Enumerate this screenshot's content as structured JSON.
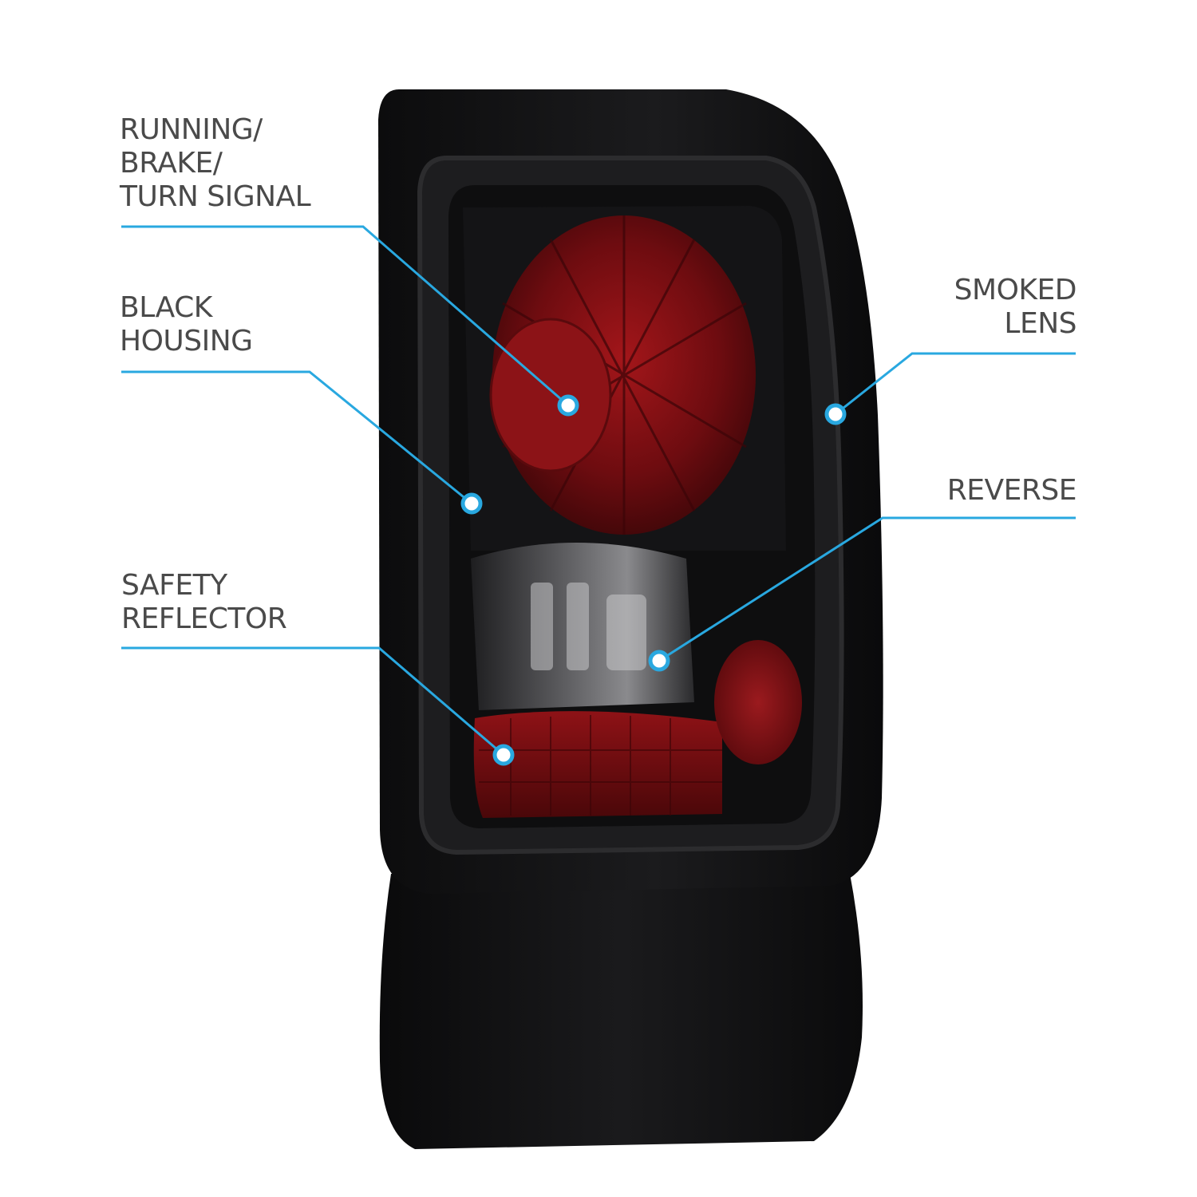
{
  "callouts": {
    "running_brake_turn": {
      "lines": [
        "RUNNING/",
        "BRAKE/",
        "TURN SIGNAL"
      ]
    },
    "black_housing": {
      "lines": [
        "BLACK",
        "HOUSING"
      ]
    },
    "safety_reflector": {
      "lines": [
        "SAFETY",
        "REFLECTOR"
      ]
    },
    "smoked_lens": {
      "lines": [
        "SMOKED",
        "LENS"
      ]
    },
    "reverse": {
      "lines": [
        "REVERSE"
      ]
    }
  },
  "colors": {
    "leader": "#29a8e0",
    "label_text": "#4a4a4a",
    "housing": "#121213",
    "lens_red": "#7a0d10"
  }
}
